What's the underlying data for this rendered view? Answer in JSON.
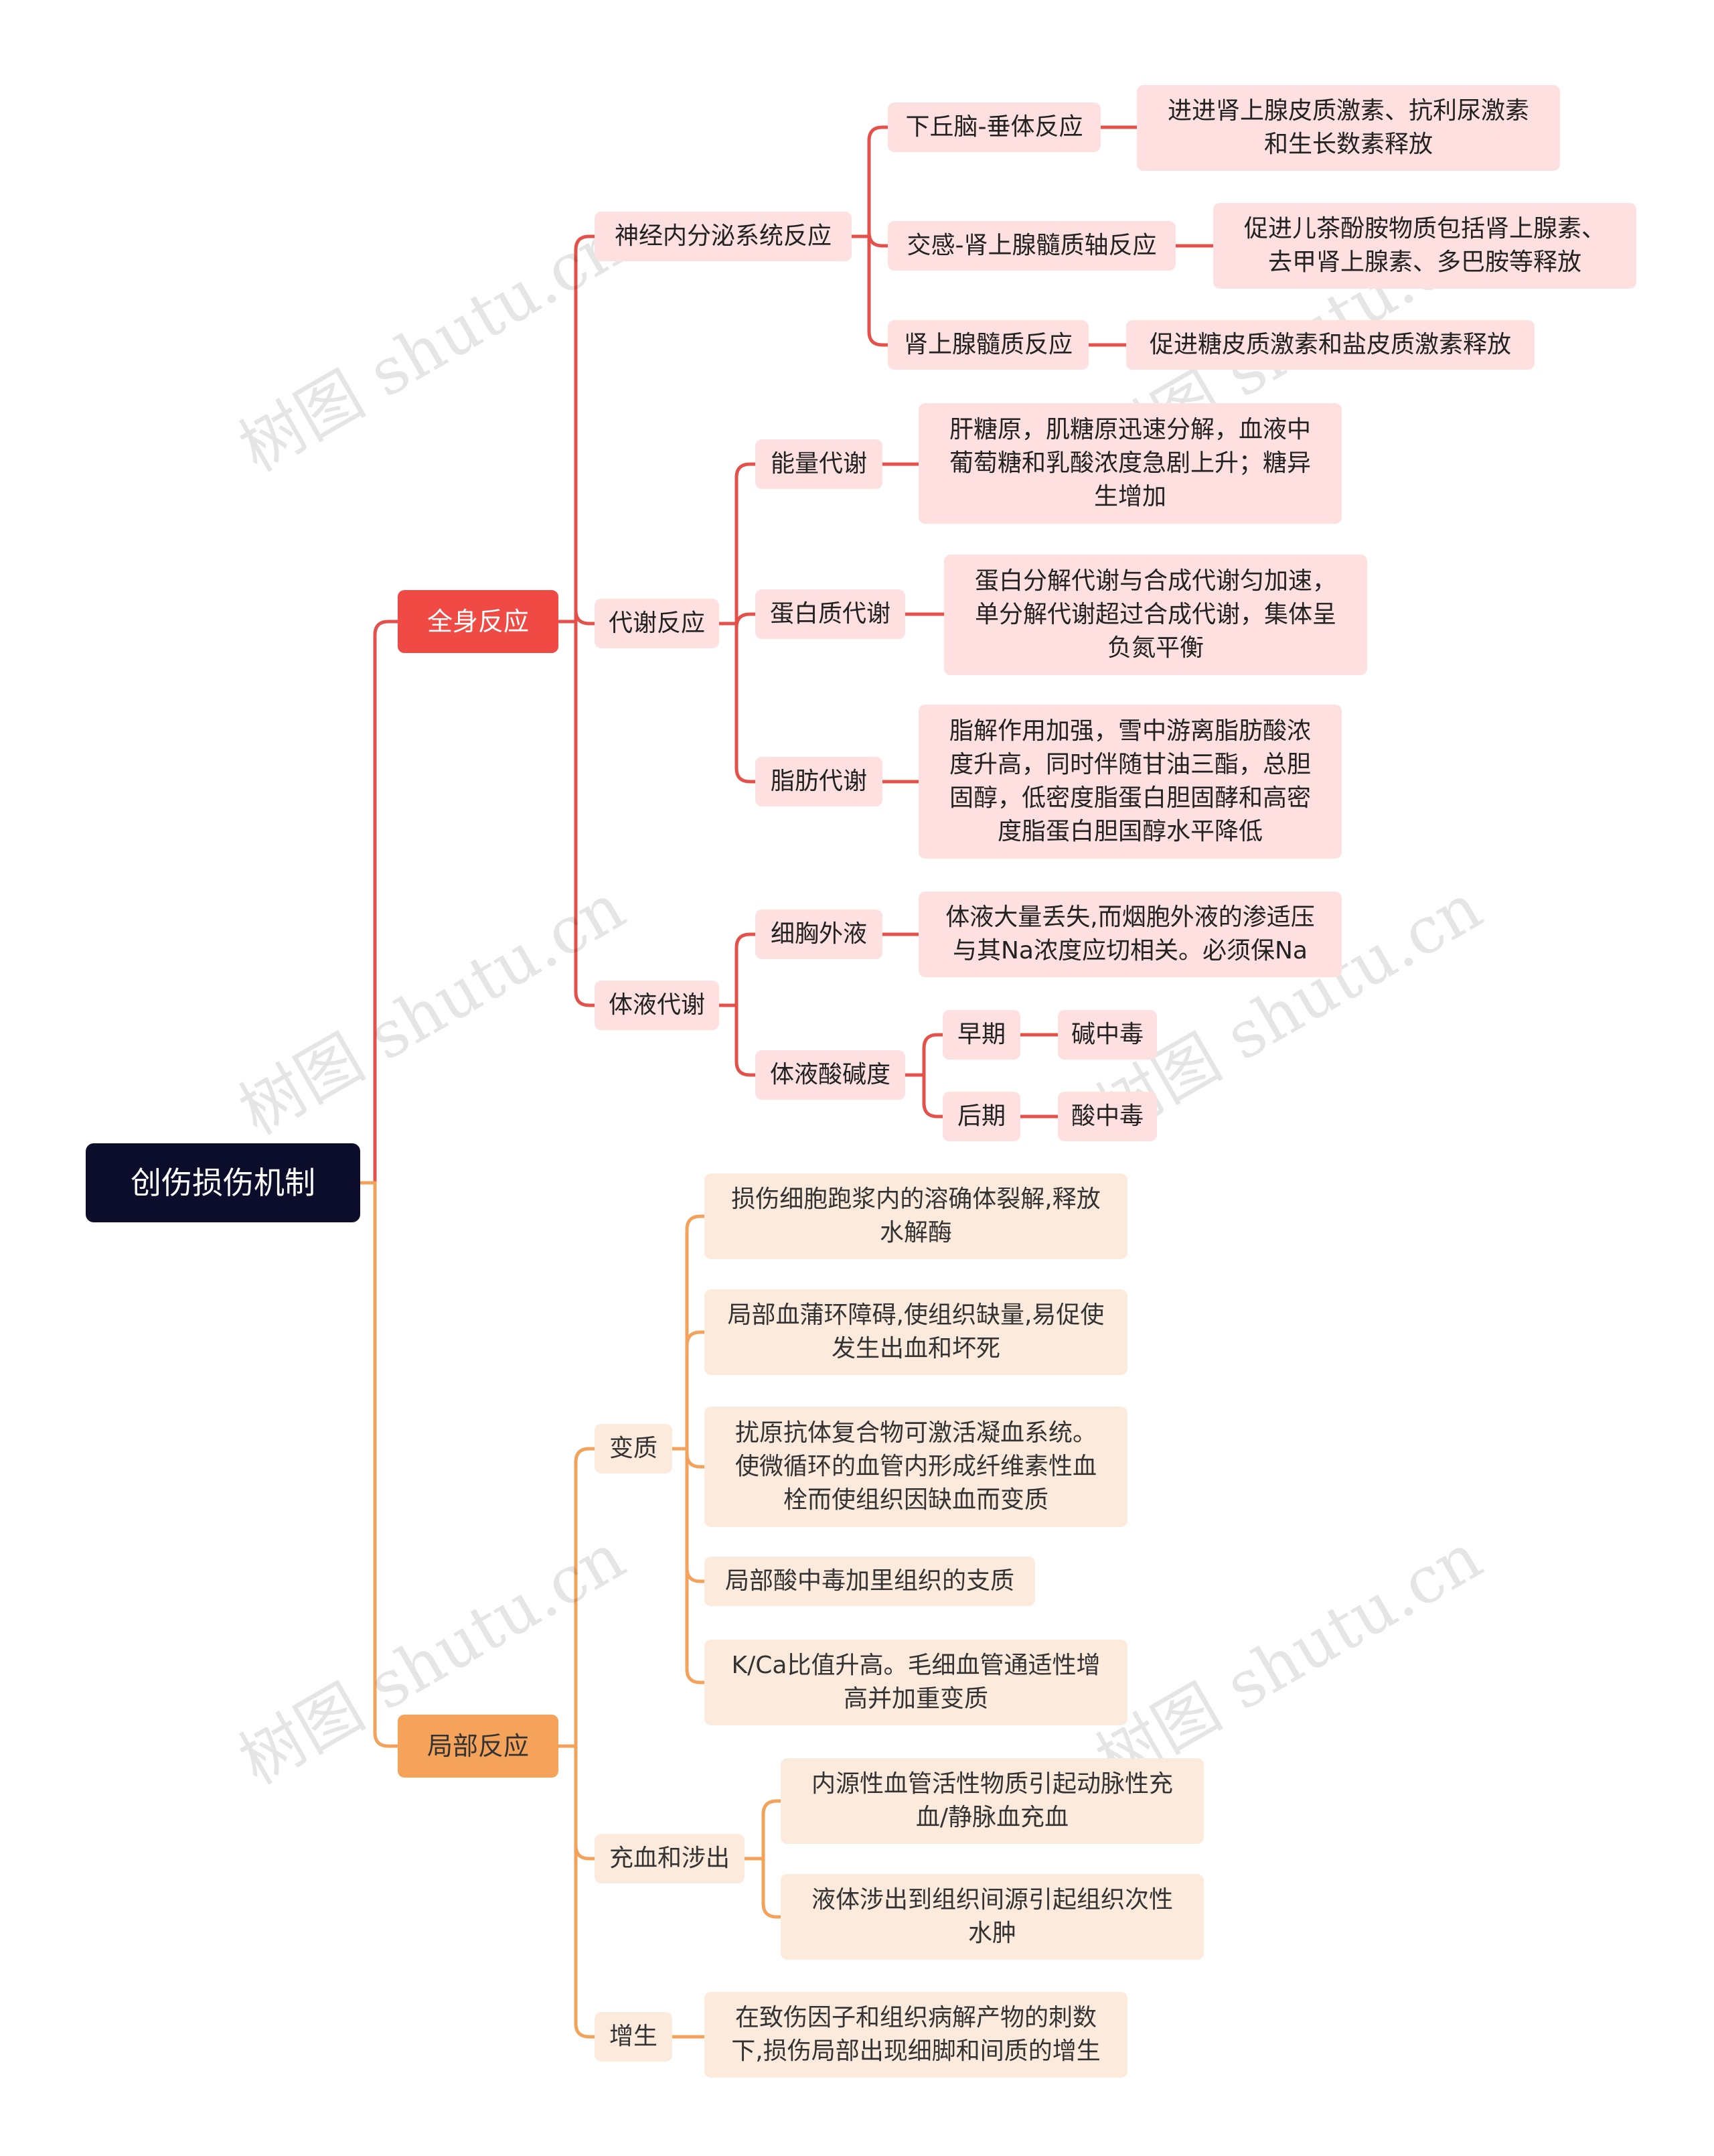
{
  "colors": {
    "root": "#0b0d2a",
    "red_branch": "#e4504a",
    "red_node": "#fde0df",
    "orange_branch": "#f2a25a",
    "orange_node": "#fcebdc"
  },
  "watermark": "树图 shutu.cn",
  "root": {
    "label": "创伤损伤机制"
  },
  "systemic": {
    "label": "全身反应",
    "neuro": {
      "label": "神经内分泌系统反应",
      "hypothalamus": {
        "label": "下丘脑-垂体反应",
        "detail": "进进肾上腺皮质激素、抗利尿激素\n和生长数素释放"
      },
      "sympathetic": {
        "label": "交感-肾上腺髓质轴反应",
        "detail": "促进儿茶酚胺物质包括肾上腺素、\n去甲肾上腺素、多巴胺等释放"
      },
      "adrenal": {
        "label": "肾上腺髓质反应",
        "detail": "促进糖皮质激素和盐皮质激素释放"
      }
    },
    "metabolism": {
      "label": "代谢反应",
      "energy": {
        "label": "能量代谢",
        "detail": "肝糖原，肌糖原迅速分解，血液中\n葡萄糖和乳酸浓度急剧上升；糖异\n生增加"
      },
      "protein": {
        "label": "蛋白质代谢",
        "detail": "蛋白分解代谢与合成代谢匀加速，\n单分解代谢超过合成代谢，集体呈\n负氮平衡"
      },
      "fat": {
        "label": "脂肪代谢",
        "detail": "脂解作用加强，雪中游离脂肪酸浓\n度升高，同时伴随甘油三酯，总胆\n固醇，低密度脂蛋白胆固酵和高密\n度脂蛋白胆国醇水平降低"
      }
    },
    "fluid": {
      "label": "体液代谢",
      "extracellular": {
        "label": "细胸外液",
        "detail": "体液大量丢失,而烟胞外液的渗适压\n与其Na浓度应切相关。必须保Na"
      },
      "acidbase": {
        "label": "体液酸碱度",
        "early": {
          "label": "早期",
          "detail": "碱中毒"
        },
        "late": {
          "label": "后期",
          "detail": "酸中毒"
        }
      }
    }
  },
  "local": {
    "label": "局部反应",
    "degeneration": {
      "label": "变质",
      "items": [
        "损伤细胞跑浆内的溶确体裂解,释放\n水解酶",
        "局部血蒲环障碍,使组织缺量,易促使\n发生出血和坏死",
        "扰原抗体复合物可激活凝血系统。\n使微循环的血管内形成纤维素性血\n栓而使组织因缺血而变质",
        "局部酸中毒加里组织的支质",
        "K/Ca比值升高。毛细血管通适性增\n高并加重变质"
      ]
    },
    "exudation": {
      "label": "充血和涉出",
      "items": [
        "内源性血管活性物质引起动脉性充\n血/静脉血充血",
        "液体涉出到组织间源引起组织次性\n水肿"
      ]
    },
    "proliferation": {
      "label": "增生",
      "items": [
        "在致伤因子和组织病解产物的刺数\n下,损伤局部出现细脚和间质的增生"
      ]
    }
  }
}
